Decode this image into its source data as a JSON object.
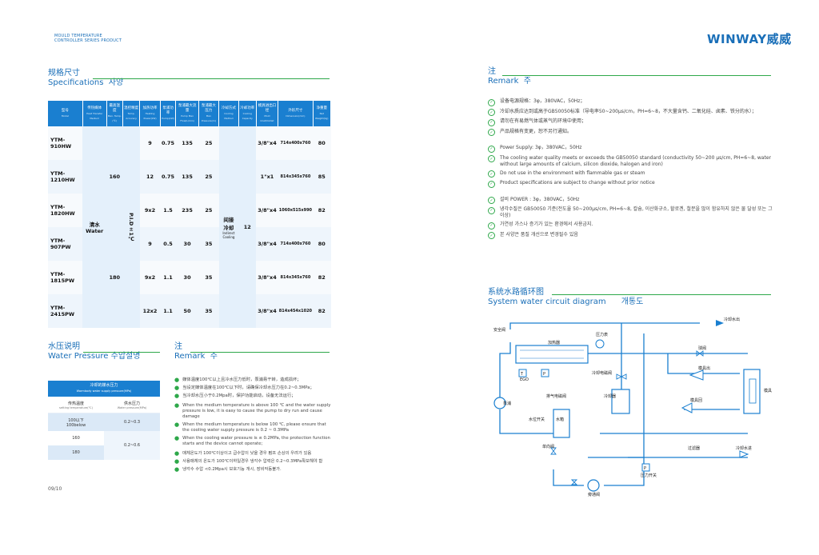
{
  "header": {
    "series_line1": "MOULD TEMPERATURE",
    "series_line2": "CONTROLLER SERIES PRODUCT",
    "logo": "WINWAY威威"
  },
  "spec": {
    "title_zh": "规格尺寸",
    "title_en": "Specifications",
    "title_ko": "사양",
    "headers": [
      {
        "zh": "型号",
        "en": "Model"
      },
      {
        "zh": "传热媒体",
        "en": "Heat Transfer Medium"
      },
      {
        "zh": "最高温度",
        "en": "Max. Temp.(℃)"
      },
      {
        "zh": "温控精度",
        "en": "Temp. Accuracy"
      },
      {
        "zh": "加热功率",
        "en": "Heating Power(kW)"
      },
      {
        "zh": "泵浦功率",
        "en": "Pump(kW)"
      },
      {
        "zh": "泵浦最大流量",
        "en": "Pump Max Flow(L/min)"
      },
      {
        "zh": "泵浦最大压力",
        "en": "Max Pressure(m)"
      },
      {
        "zh": "冷却方式",
        "en": "Cooling Method"
      },
      {
        "zh": "冷却功率",
        "en": "Cooling Capacity"
      },
      {
        "zh": "模具进出口径",
        "en": "Mold Inlet/Outlet"
      },
      {
        "zh": "外形尺寸",
        "en": "Dimension(mm)"
      },
      {
        "zh": "净重量",
        "en": "Net Weight(kg)"
      }
    ],
    "medium": {
      "zh": "清水",
      "en": "Water"
    },
    "accuracy": "P.I.D±1℃",
    "cooling": {
      "zh1": "间接",
      "zh2": "冷却",
      "en": "Indirect Cooling"
    },
    "cooling_capacity": "12",
    "temp_a": "160",
    "temp_b": "180",
    "rows": [
      {
        "model": "YTM-910HW",
        "heat": "9",
        "pump": "0.75",
        "flow": "135",
        "pres": "25",
        "port": "3/8\"x4",
        "dim": "714x400x760",
        "wt": "80"
      },
      {
        "model": "YTM-1210HW",
        "heat": "12",
        "pump": "0.75",
        "flow": "135",
        "pres": "25",
        "port": "1\"x1",
        "dim": "814x345x760",
        "wt": "85"
      },
      {
        "model": "YTM-1820HW",
        "heat": "9x2",
        "pump": "1.5",
        "flow": "235",
        "pres": "25",
        "port": "3/8\"x4",
        "dim": "1060x515x990",
        "wt": "82"
      },
      {
        "model": "YTM-907PW",
        "heat": "9",
        "pump": "0.5",
        "flow": "30",
        "pres": "35",
        "port": "3/8\"x4",
        "dim": "714x400x760",
        "wt": "80"
      },
      {
        "model": "YTM-1815PW",
        "heat": "9x2",
        "pump": "1.1",
        "flow": "30",
        "pres": "35",
        "port": "3/8\"x4",
        "dim": "814x345x760",
        "wt": "82"
      },
      {
        "model": "YTM-2415PW",
        "heat": "12x2",
        "pump": "1.1",
        "flow": "50",
        "pres": "35",
        "port": "3/8\"x4",
        "dim": "814x454x1020",
        "wt": "82"
      }
    ]
  },
  "pressure": {
    "title_zh": "水压说明",
    "title_en": "Water Pressure",
    "title_ko": "수압설명",
    "table_title": "冷却的媒水压力",
    "table_sub": "Warmbody water supply pressure(MPa)",
    "col1": "传热温度",
    "col1_en": "setting temperature(℃)",
    "col2": "供水压力",
    "col2_en": "Water pressure(MPa)",
    "r1a": "100以下",
    "r1b": "100below",
    "r1v": "0.2~0.3",
    "r2a": "160",
    "r3a": "180",
    "r23v": "0.2~0.6"
  },
  "remark_left": {
    "title_zh": "注",
    "title_en": "Remark",
    "title_ko": "주",
    "items": [
      "媒体温度100℃以上且冷水压力低时，泵浦易干转，造成损坏；",
      "当设定媒体温度在100℃以下时，请确保冷却水压力在0.2~0.3MPa；",
      "当冷却水压小于0.2Mpa时，保护功能启动，设备无法运行；",
      "When the medium temperature is above 100 ℃ and the water supply pressure is low, it is easy to cause the pump to dry run and cause damage",
      "When the medium temperature is below 100 ℃, please ensure that the cooling water supply pressure is 0.2 ~ 0.3MPa",
      "When the cooling water pressure is ≤ 0.2MPa, the protection function starts and the device cannot operate;",
      "매체온도가 100℃이상이고 급수압이 낮을 경우 펌프 손상의 우려가 있음",
      "사용매체의 온도가 100℃이하일경우 냉각수 압력은 0.2~0.3MPa확보해야 함",
      "냉각수 수압 <0.2Mpa시 보호기능 개시, 장비작동불가."
    ]
  },
  "page_number": "09/10",
  "remark_right": {
    "title_zh": "注",
    "title_en": "Remark",
    "title_ko": "주",
    "zh": [
      "设备电源规格：3φ，380VAC，50Hz；",
      "冷却水质应达到或高于GB50050标准（导电率50~200μs/cm，PH=6~8，不大量含钙、二氧化硅、卤素、铁分的水）；",
      "请勿在有易燃气体或蒸气的环境中使用；",
      "产品规格有变更，恕不另行通知。"
    ],
    "en": [
      "Power Supply: 3φ，380VAC，50Hz",
      "The cooling water quality meets or exceeds the GB50050 standard (conductivity 50~200 μs/cm, PH=6~8, water without large amounts of calcium, silicon dioxide, halogen and iron)",
      "Do not use in the environment with flammable gas or steam",
      "Product specifications are subject to change without prior notice"
    ],
    "ko": [
      "설비 POWER : 3φ，380VAC，50Hz",
      "냉각수질은 GB50050 기준(전도율 50~200μs/cm, PH=6~8, 칼슘, 이산화규소, 할로겐, 철분을 많이 함유하지 않은 물 달성 또는 그 이상)",
      "가연성 가스나 증기가 있는 환경에서 사용금지.",
      "본 사양은 품질 개선으로 변경될수 있음"
    ]
  },
  "diagram": {
    "title_zh": "系统水路循环图",
    "title_en": "System water circuit diagram",
    "title_ko": "개통도",
    "labels": {
      "cooling_out": "冷却水出",
      "safety_valve": "安全阀",
      "heater": "加热器",
      "pressure_gauge": "压力表",
      "check_valve": "球阀",
      "mold_out": "模具出",
      "cool_solenoid": "冷却电磁阀",
      "exhaust_solenoid": "排气电磁阀",
      "cooler": "冷却器",
      "pump": "泵浦",
      "mold": "模具",
      "mold_return": "模具回",
      "level_switch": "水位开关",
      "tank": "水箱",
      "one_way_valve": "单向阀",
      "filter": "过滤器",
      "cooling_in": "冷却水进",
      "pressure_switch": "压力开关",
      "bypass": "旁通阀",
      "ego": "EGO",
      "t": "T",
      "p": "P",
      "p2": "P"
    }
  }
}
